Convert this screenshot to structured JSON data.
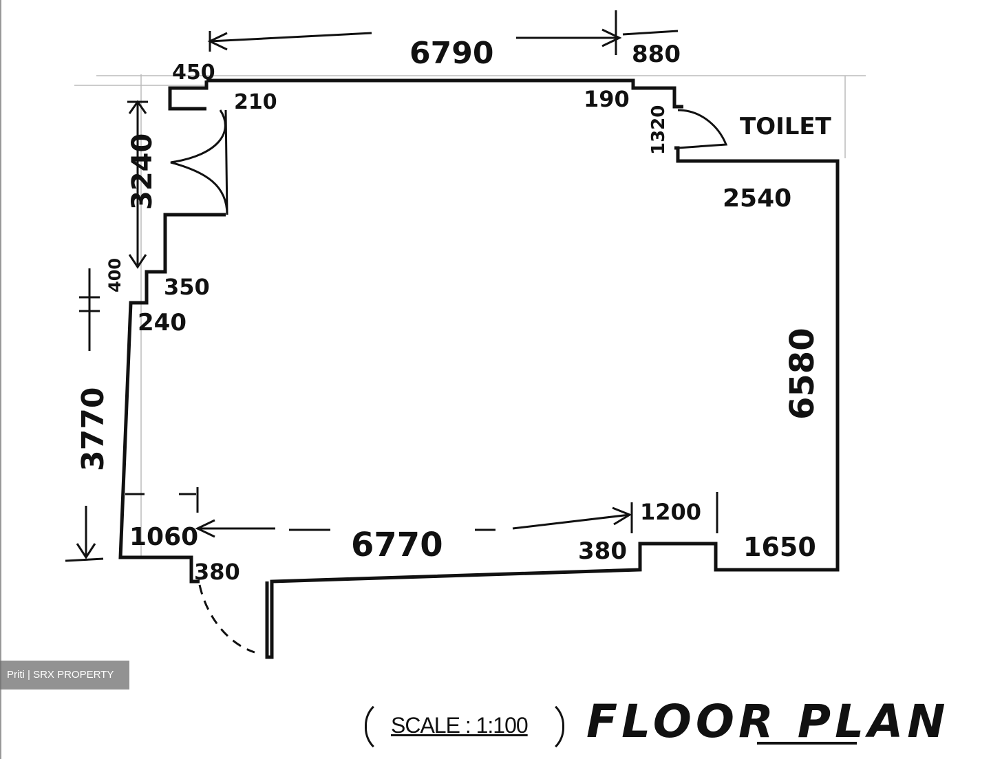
{
  "title": "FLOOR PLAN",
  "scale": "SCALE : 1:100",
  "watermark": "Priti | SRX PROPERTY",
  "rooms": {
    "toilet": "TOILET"
  },
  "dimensions": {
    "top_main": "6790",
    "top_right": "880",
    "top_left": "450",
    "entry_return": "210",
    "toilet_step": "190",
    "toilet_width": "1320",
    "right_top": "2540",
    "right_side": "6580",
    "left_door": "3240",
    "left_step_a": "400",
    "left_step_b": "350",
    "left_step_c": "240",
    "left_lower": "3770",
    "bottom_left": "1060",
    "bottom_main": "6770",
    "bottom_step_left": "380",
    "bottom_step_right": "380",
    "bottom_niche": "1200",
    "bottom_right": "1650"
  }
}
